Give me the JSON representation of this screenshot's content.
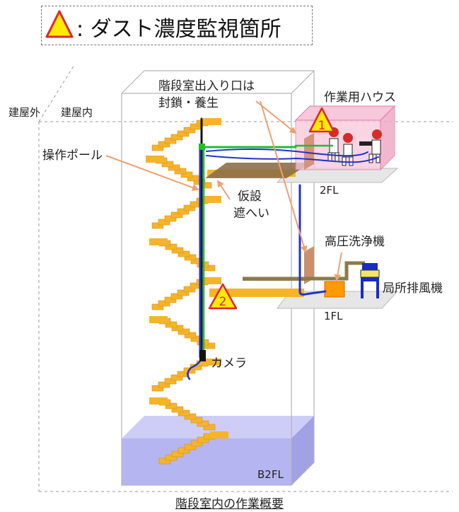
{
  "legend": {
    "icon": "warning-triangle-icon",
    "text": ": ダスト濃度監視箇所"
  },
  "labels": {
    "outside": "建屋外",
    "inside": "建屋内",
    "entrance_line1": "階段室出入り口は",
    "entrance_line2": "封鎖・養生",
    "work_house": "作業用ハウス",
    "pole": "操作ポール",
    "temp_wall_line1": "仮設",
    "temp_wall_line2": "遮へい",
    "floor_2fl": "2FL",
    "washer": "高圧洗浄機",
    "exhaust": "局所排風機",
    "floor_1fl": "1FL",
    "camera": "カメラ",
    "floor_b2fl": "B2FL"
  },
  "markers": [
    {
      "number": "1"
    },
    {
      "number": "2"
    }
  ],
  "caption": "階段室内の作業概要",
  "colors": {
    "stair": "#f5b42a",
    "marker_fill": "#ffeb00",
    "marker_stroke": "#e0252a",
    "house": "#f0a0c0",
    "basement": "#a8a8f0",
    "pipe_blue": "#2233cc",
    "pipe_green": "#22bb33",
    "arrow": "#f0a070",
    "shield": "#b9825a"
  }
}
